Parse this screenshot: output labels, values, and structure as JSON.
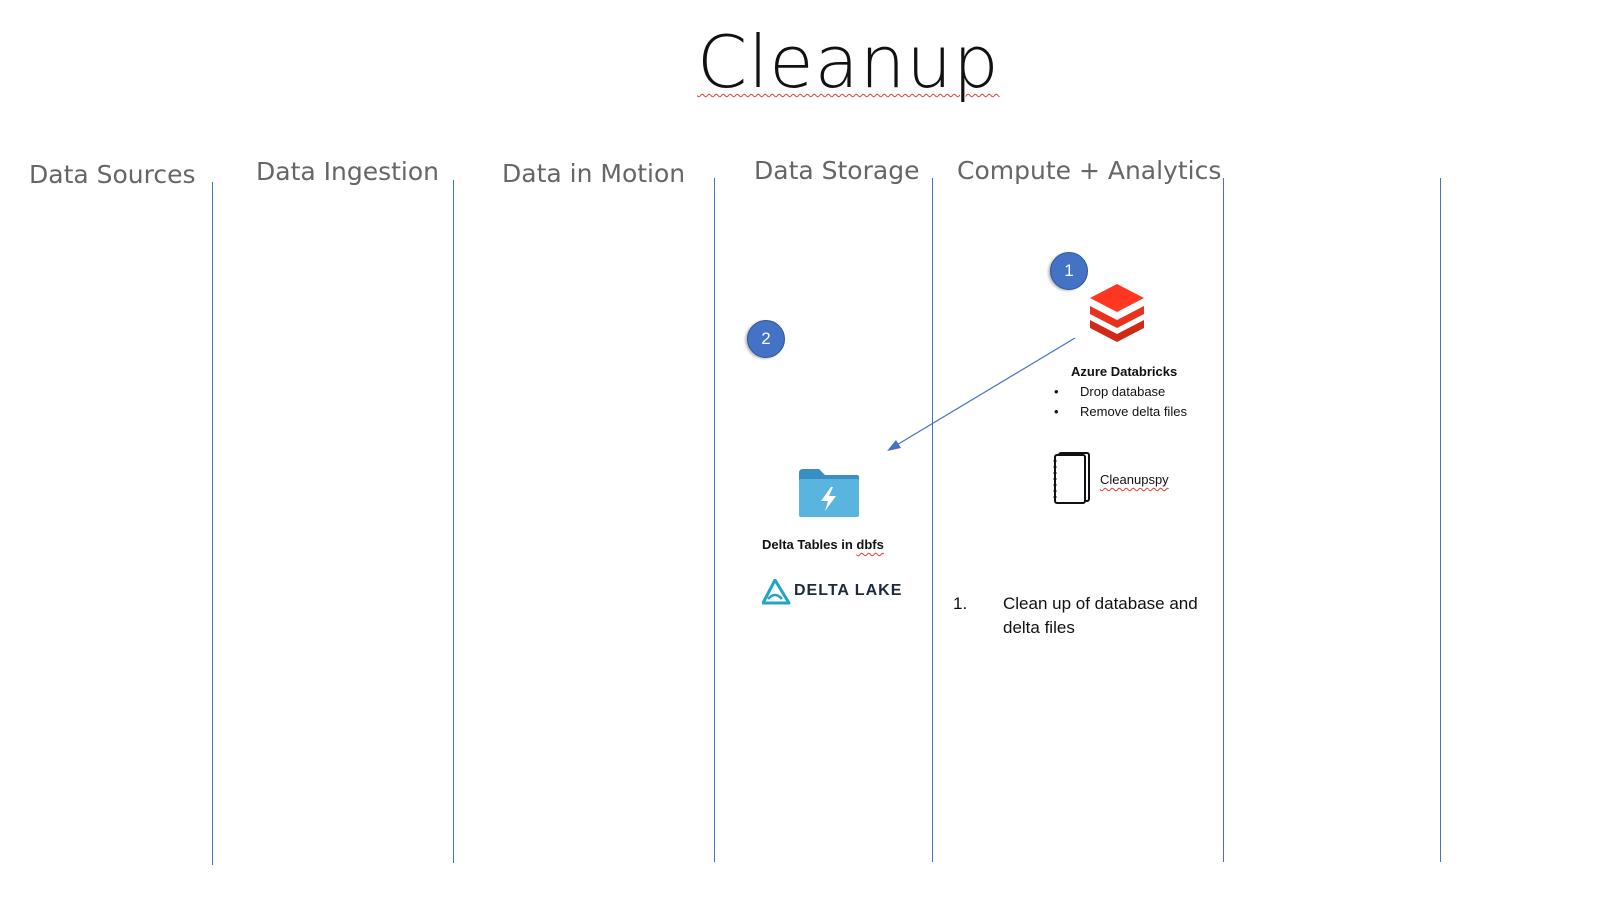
{
  "title": "Cleanup",
  "columns": [
    {
      "label": "Data Sources"
    },
    {
      "label": "Data Ingestion"
    },
    {
      "label": "Data in Motion"
    },
    {
      "label": "Data Storage"
    },
    {
      "label": "Compute + Analytics"
    }
  ],
  "steps": {
    "step1": "1",
    "step2": "2"
  },
  "databricks": {
    "title": "Azure Databricks",
    "bullets": [
      "Drop database",
      "Remove delta files"
    ],
    "notebook_prefix": "Cleanup",
    "notebook_suffix": "spy"
  },
  "storage": {
    "label_prefix": "Delta Tables in ",
    "label_word": "dbfs",
    "delta_lake": "DELTA LAKE"
  },
  "notes": {
    "number": "1.",
    "text": "Clean up of database and delta files"
  },
  "colors": {
    "accent": "#4472c4",
    "databricks_red": "#e8321e",
    "folder_blue": "#4fa8d8",
    "delta_teal": "#1fa6c6"
  },
  "icons": [
    "databricks-icon",
    "notebook-icon",
    "folder-bolt-icon",
    "delta-lake-icon"
  ]
}
